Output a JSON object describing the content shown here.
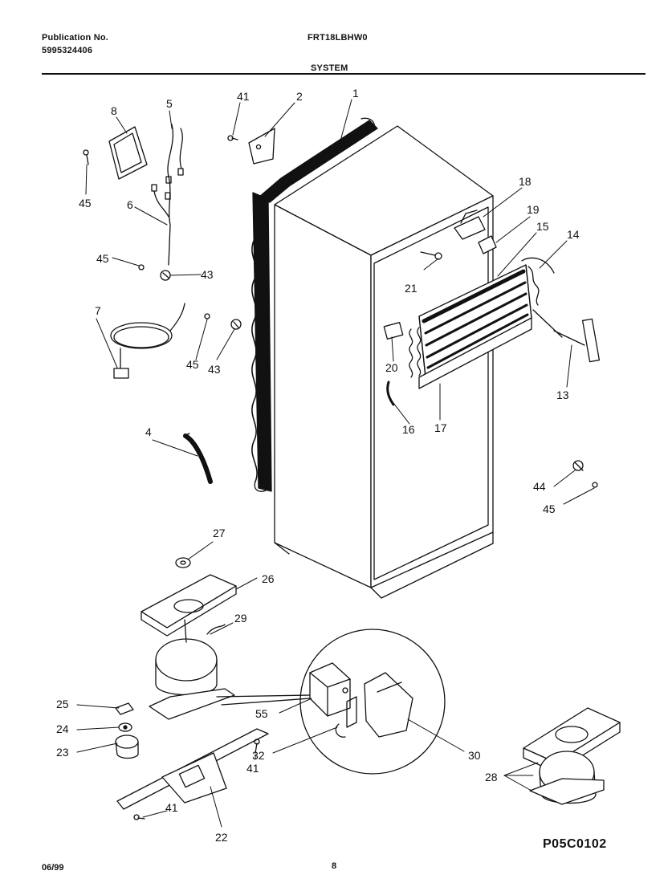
{
  "header": {
    "publication_label": "Publication No.",
    "publication_number": "5995324406",
    "model": "FRT18LBHW0",
    "section": "SYSTEM"
  },
  "footer": {
    "date": "06/99",
    "page": "8",
    "figure_id": "P05C0102"
  },
  "callouts": {
    "c1": "1",
    "c2": "2",
    "c4": "4",
    "c5": "5",
    "c6": "6",
    "c7": "7",
    "c8": "8",
    "c13": "13",
    "c14": "14",
    "c15": "15",
    "c16": "16",
    "c17": "17",
    "c18": "18",
    "c19": "19",
    "c20": "20",
    "c21": "21",
    "c22": "22",
    "c23": "23",
    "c24": "24",
    "c25": "25",
    "c26": "26",
    "c27": "27",
    "c28": "28",
    "c29": "29",
    "c30": "30",
    "c32": "32",
    "c41a": "41",
    "c41b": "41",
    "c41c": "41",
    "c43a": "43",
    "c43b": "43",
    "c44": "44",
    "c45a": "45",
    "c45b": "45",
    "c45c": "45",
    "c45d": "45",
    "c55": "55"
  }
}
